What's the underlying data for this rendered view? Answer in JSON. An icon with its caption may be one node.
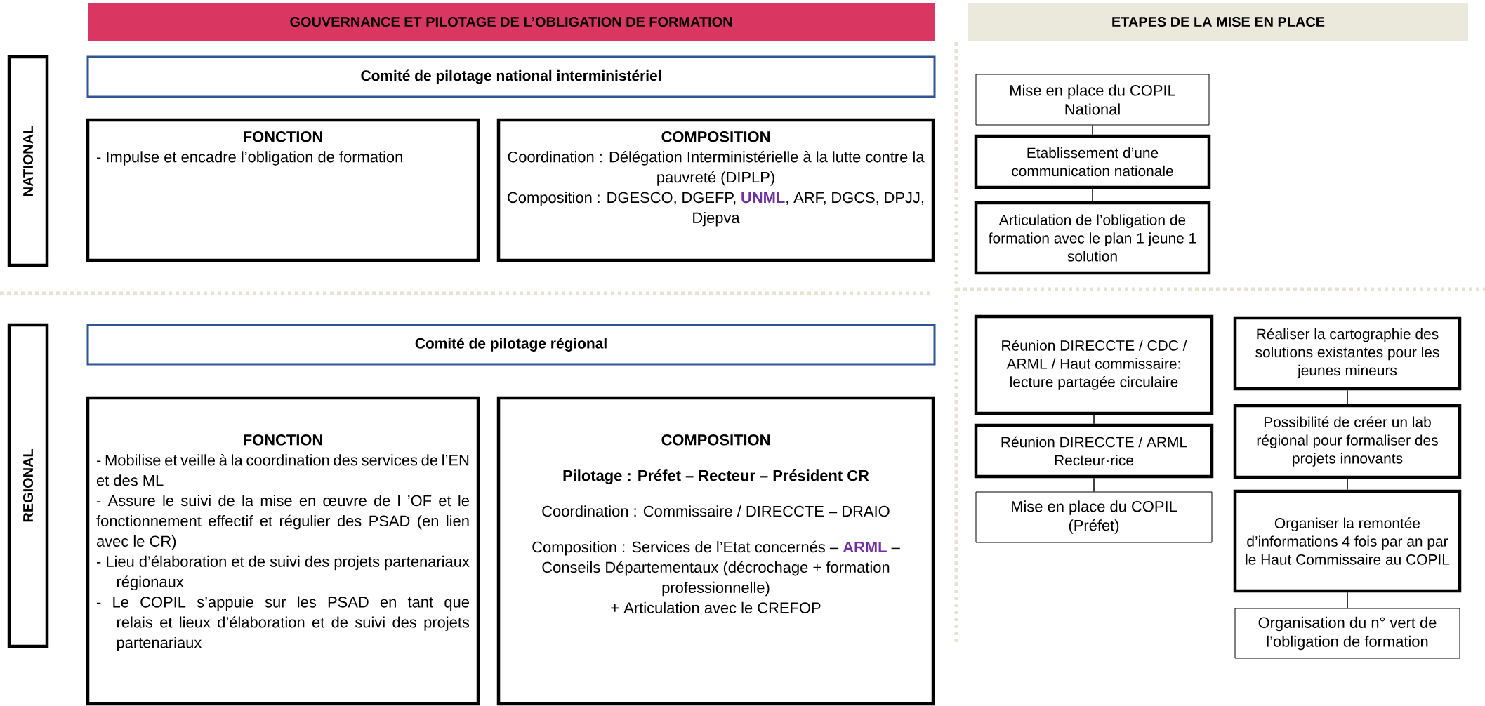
{
  "diagram": {
    "nodes": [
      {
        "text": [
          "GOUVERNANCE ET PILOTAGE DE L’OBLIGATION DE FORMATION"
        ]
      },
      {
        "text": [
          "ETAPES DE LA MISE EN PLACE"
        ]
      },
      {
        "text": [
          "NATIONAL"
        ]
      },
      {
        "text": [
          "Comité de pilotage national interministériel"
        ]
      },
      {
        "text": [
          "FONCTION",
          "- Impulse et encadre l’obligation de formation"
        ]
      },
      {
        "text": [
          "COMPOSITION",
          "Coordination : Délégation Interministérielle à la lutte contre la pauvreté (DIPLP)",
          "Composition : DGESCO, DGEFP, **UNML**, ARF, DGCS, DPJJ, Djepva"
        ]
      },
      {
        "text": [
          "Mise en place du COPIL National"
        ]
      },
      {
        "text": [
          "Etablissement d’une communication nationale"
        ]
      },
      {
        "text": [
          "Articulation de l’obligation de formation avec le plan 1 jeune 1 solution"
        ]
      },
      {
        "text": [
          "REGIONAL"
        ]
      },
      {
        "text": [
          "Comité de pilotage régional"
        ]
      },
      {
        "text": [
          "FONCTION",
          "- Mobilise et veille à la coordination des services de l’EN et des ML",
          "- Assure le suivi de la mise en œuvre de l ’OF et le fonctionnement effectif et régulier des PSAD (en lien avec le CR)",
          "- Lieu d’élaboration et de suivi des projets partenariaux régionaux",
          "- Le COPIL s’appuie sur les PSAD en tant que relais et lieux d’élaboration et de suivi des projets partenariaux"
        ]
      },
      {
        "text": [
          "COMPOSITION",
          "Pilotage : Préfet – Recteur – Président CR",
          "Coordination : Commissaire / DIRECCTE – DRAIO",
          "Composition : Services de l’Etat concernés – **ARML** – Conseils Départementaux (décrochage + formation professionnelle)",
          "+ Articulation avec le CREFOP"
        ]
      },
      {
        "text": [
          "Réunion DIRECCTE / CDC / ARML / Haut commissaire: lecture partagée circulaire"
        ]
      },
      {
        "text": [
          "Réunion DIRECCTE / ARML Recteur·rice"
        ]
      },
      {
        "text": [
          "Mise en place du COPIL (Préfet)"
        ]
      },
      {
        "text": [
          "Réaliser la cartographie des solutions existantes pour les jeunes mineurs"
        ]
      },
      {
        "text": [
          "Possibilité de créer un lab régional pour formaliser des projets innovants"
        ]
      },
      {
        "text": [
          "Organiser la remontée d’informations 4 fois par an par le Haut Commissaire au COPIL"
        ]
      },
      {
        "text": [
          "Organisation du n° vert de l’obligation de formation"
        ]
      }
    ],
    "edges": [
      {
        "from": 6,
        "to": 7,
        "arrow": "none"
      },
      {
        "from": 7,
        "to": 8,
        "arrow": "none"
      },
      {
        "from": 13,
        "to": 14,
        "arrow": "none"
      },
      {
        "from": 14,
        "to": 15,
        "arrow": "none"
      },
      {
        "from": 16,
        "to": 17,
        "arrow": "none"
      },
      {
        "from": 17,
        "to": 18,
        "arrow": "none"
      },
      {
        "from": 18,
        "to": 19,
        "arrow": "none"
      }
    ]
  }
}
